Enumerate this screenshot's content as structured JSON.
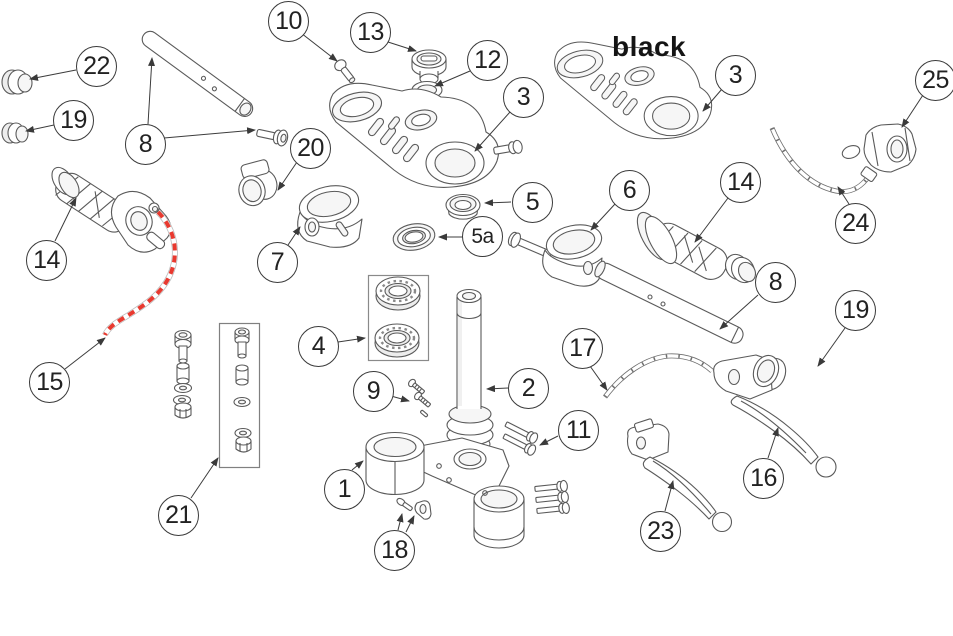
{
  "diagram": {
    "note": "black",
    "colors": {
      "highlight": "#e8392f",
      "line": "#5a5a5a"
    },
    "callouts": {
      "c22": "22",
      "c19_left": "19",
      "c8_top": "8",
      "c10": "10",
      "c13": "13",
      "c12": "12",
      "c3_silver": "3",
      "c3_black": "3",
      "c25": "25",
      "c20": "20",
      "c5": "5",
      "c5a": "5a",
      "c6": "6",
      "c14_right": "14",
      "c24": "24",
      "c7": "7",
      "c14_left": "14",
      "c8_right": "8",
      "c19_right": "19",
      "c4": "4",
      "c17": "17",
      "c15": "15",
      "c2": "2",
      "c9": "9",
      "c11": "11",
      "c1": "1",
      "c16": "16",
      "c23": "23",
      "c21": "21",
      "c18": "18"
    }
  }
}
